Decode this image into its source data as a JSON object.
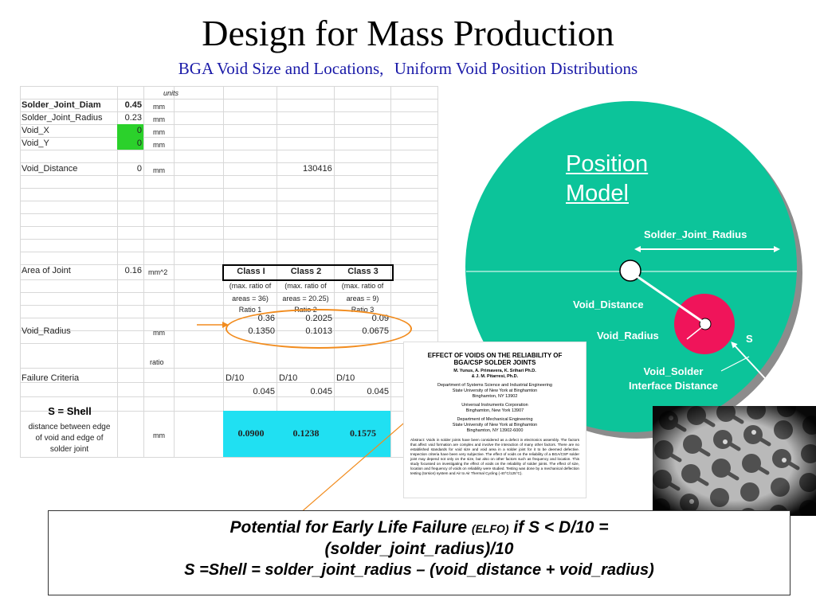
{
  "header": {
    "title": "Design for Mass Production",
    "subtitle_a": "BGA Void Size and Locations,",
    "subtitle_b": "Uniform Void Position Distributions"
  },
  "sheet": {
    "units_header": "units",
    "solder_joint_diam": {
      "label": "Solder_Joint_Diam",
      "value": "0.45",
      "unit": "mm"
    },
    "solder_joint_radius": {
      "label": "Solder_Joint_Radius",
      "value": "0.23",
      "unit": "mm"
    },
    "void_x": {
      "label": "Void_X",
      "value": "0",
      "unit": "mm"
    },
    "void_y": {
      "label": "Void_Y",
      "value": "0",
      "unit": "mm"
    },
    "void_distance": {
      "label": "Void_Distance",
      "value": "0",
      "unit": "mm",
      "extra": "130416"
    },
    "area_of_joint": {
      "label": "Area of Joint",
      "value": "0.16",
      "unit": "mm^2"
    },
    "classes": [
      {
        "name": "Class I",
        "desc1": "(max. ratio of",
        "desc2": "areas = 36)",
        "ratio": "Ratio 1",
        "ratio_value": "0.36",
        "void_radius": "0.1350",
        "criteria": "D/10",
        "criteria_value": "0.045",
        "shell": "0.0900"
      },
      {
        "name": "Class 2",
        "desc1": "(max. ratio of",
        "desc2": "areas = 20.25)",
        "ratio": "Ratio 2",
        "ratio_value": "0.2025",
        "void_radius": "0.1013",
        "criteria": "D/10",
        "criteria_value": "0.045",
        "shell": "0.1238"
      },
      {
        "name": "Class 3",
        "desc1": "(max. ratio of",
        "desc2": "areas = 9)",
        "ratio": "Ratio 3",
        "ratio_value": "0.09",
        "void_radius": "0.0675",
        "criteria": "D/10",
        "criteria_value": "0.045",
        "shell": "0.1575"
      }
    ],
    "void_radius": {
      "label": "Void_Radius",
      "unit": "mm"
    },
    "ratio_unit": "ratio",
    "failure_criteria": {
      "label": "Failure Criteria"
    },
    "shell_label": "S = Shell",
    "distance_label_1": "distance between edge",
    "distance_label_2": "of void and edge of",
    "distance_label_3": "solder joint",
    "distance_unit": "mm"
  },
  "paper": {
    "title_1": "EFFECT OF VOIDS ON THE RELIABILITY OF",
    "title_2": "BGA/CSP SOLDER JOINTS",
    "authors_1": "M. Yunus, A. Primavera, K. Srihari Ph.D.",
    "authors_2": "& J. M. Pitarresi, Ph.D.",
    "aff_1": "Department of Systems Science and Industrial Engineering",
    "aff_2": "State University of New York at Binghamton",
    "aff_3": "Binghamton, NY 13902",
    "aff_4": "Universal Instruments Corporation",
    "aff_5": "Binghamton, New York 13907",
    "aff_6": "Department of Mechanical Engineering",
    "aff_7": "State University of New York at Binghamton",
    "aff_8": "Binghamton, NY 13902-6000",
    "abstract": "Abstract: Voids in solder joints have been considered as a defect in electronics assembly. The factors that affect void formation are complex and involve the interaction of many other factors. There are no established standards for void size and void area in a solder joint for it to be deemed defective. Inspection criteria have been very subjective. The effect of voids on the reliability of a BGA/CSP solder joint may depend not only on the size, but also on other factors such as frequency and location. This study focussed on investigating the effect of voids on the reliability of solder joints. The effect of size, location and frequency of voids on reliability were studied. Testing was done by a mechanical deflection testing (torsion) system and Air to Air Thermal Cycling (-40°C/125°C)."
  },
  "diagram": {
    "title_1": "Position",
    "title_2": "Model",
    "solder_joint_radius": "Solder_Joint_Radius",
    "void_distance": "Void_Distance",
    "void_radius": "Void_Radius",
    "s": "S",
    "void_solder_1": "Void_Solder",
    "void_solder_2": "Interface Distance",
    "colors": {
      "circle": "#0cc49a",
      "void": "#f0145a",
      "arrow": "#f28c1e"
    }
  },
  "summary": {
    "line1_a": "Potential for Early Life Failure",
    "line1_b": "(ELFO)",
    "line1_c": "if S < D/10 =",
    "line2": "(solder_joint_radius)/10",
    "line3": "S =Shell =  solder_joint_radius – (void_distance + void_radius)"
  }
}
